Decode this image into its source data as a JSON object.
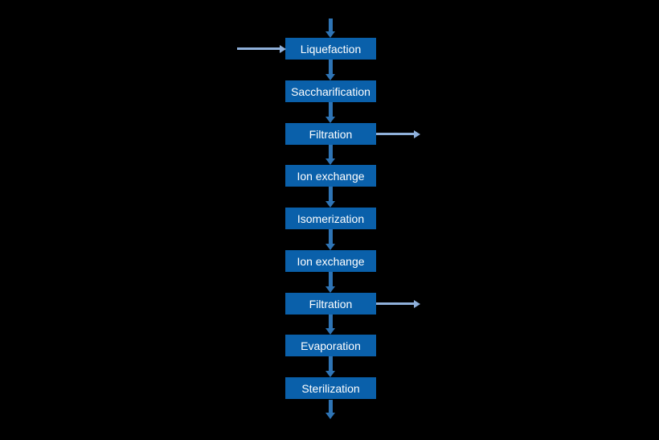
{
  "background": "#000000",
  "colors": {
    "box_fill": "#0a60aa",
    "box_text": "#ffffff",
    "arrow_vertical": "#2e74b5",
    "arrow_horizontal": "#8fb0da"
  },
  "flowchart": {
    "type": "vertical-process-flow",
    "input_top_arrow": true,
    "output_bottom_arrow": true,
    "steps": [
      {
        "label": "Liquefaction",
        "input_left": true
      },
      {
        "label": "Saccharification"
      },
      {
        "label": "Filtration",
        "output_right": true
      },
      {
        "label": "Ion exchange"
      },
      {
        "label": "Isomerization"
      },
      {
        "label": "Ion exchange"
      },
      {
        "label": "Filtration",
        "output_right": true
      },
      {
        "label": "Evaporation"
      },
      {
        "label": "Sterilization"
      }
    ]
  }
}
